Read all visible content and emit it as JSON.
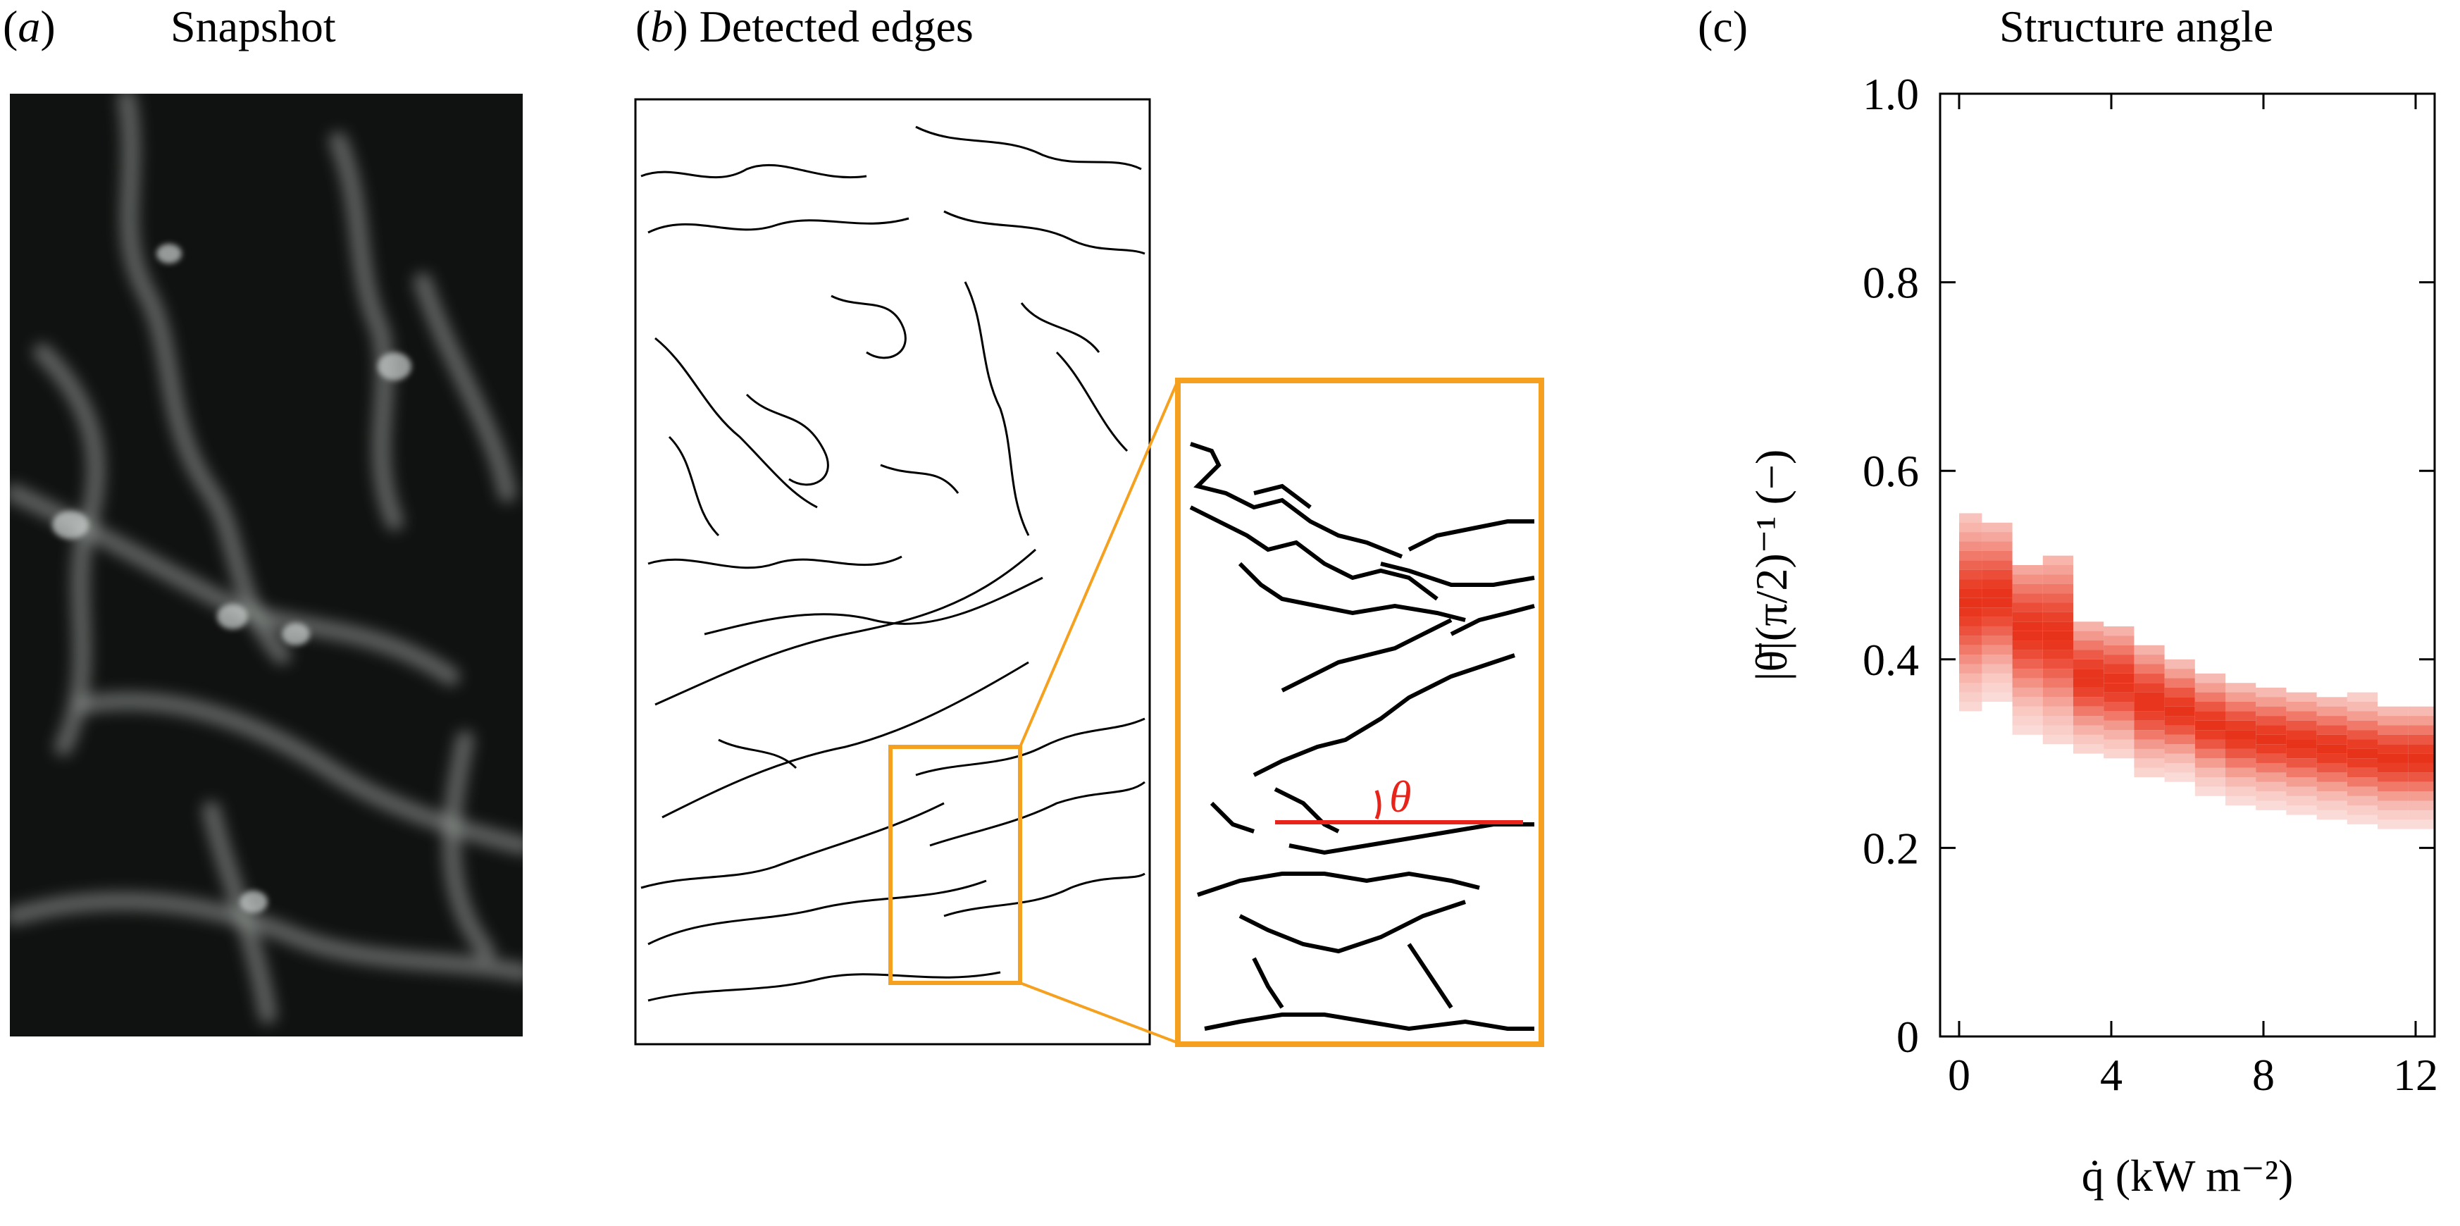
{
  "panels": {
    "a": {
      "letter": "a",
      "title": "Snapshot"
    },
    "b": {
      "letter": "b",
      "title": "Detected edges",
      "inset_symbol": "θ"
    },
    "c": {
      "letter": "c",
      "title": "Structure angle"
    }
  },
  "colors": {
    "accent_orange": "#F5A01E",
    "angle_red": "#E8231A",
    "heat_red": "#E8331B",
    "snapshot_bg": "#101211",
    "edge_line": "#000000"
  },
  "chart_data": {
    "type": "heatmap",
    "title": "Structure angle",
    "xlabel": "q̇ (kW m⁻²)",
    "ylabel": "|θ̄|(π/2)⁻¹ (−)",
    "xlim": [
      -0.5,
      12.5
    ],
    "ylim": [
      0,
      1.0
    ],
    "xticks": [
      0,
      4,
      8,
      12
    ],
    "xtick_labels": [
      "0",
      "4",
      "8",
      "12"
    ],
    "yticks": [
      0,
      0.2,
      0.4,
      0.6,
      0.8,
      1.0
    ],
    "ytick_labels": [
      "0",
      "0.2",
      "0.4",
      "0.6",
      "0.8",
      "1.0"
    ],
    "grid": false,
    "colormap": "white-to-red",
    "columns": [
      {
        "x": 0.0,
        "center": 0.455,
        "spread": 0.05,
        "max": 0.55
      },
      {
        "x": 0.6,
        "center": 0.46,
        "spread": 0.045,
        "max": 0.54
      },
      {
        "x": 1.4,
        "center": 0.425,
        "spread": 0.045,
        "max": 0.5
      },
      {
        "x": 2.2,
        "center": 0.42,
        "spread": 0.05,
        "max": 0.51
      },
      {
        "x": 3.0,
        "center": 0.375,
        "spread": 0.035,
        "max": 0.44
      },
      {
        "x": 3.8,
        "center": 0.37,
        "spread": 0.035,
        "max": 0.43
      },
      {
        "x": 4.6,
        "center": 0.35,
        "spread": 0.035,
        "max": 0.41
      },
      {
        "x": 5.4,
        "center": 0.34,
        "spread": 0.03,
        "max": 0.4
      },
      {
        "x": 6.2,
        "center": 0.325,
        "spread": 0.03,
        "max": 0.38
      },
      {
        "x": 7.0,
        "center": 0.315,
        "spread": 0.03,
        "max": 0.37
      },
      {
        "x": 7.8,
        "center": 0.31,
        "spread": 0.03,
        "max": 0.37
      },
      {
        "x": 8.6,
        "center": 0.305,
        "spread": 0.03,
        "max": 0.36
      },
      {
        "x": 9.4,
        "center": 0.3,
        "spread": 0.03,
        "max": 0.36
      },
      {
        "x": 10.2,
        "center": 0.295,
        "spread": 0.03,
        "max": 0.36
      },
      {
        "x": 11.0,
        "center": 0.29,
        "spread": 0.03,
        "max": 0.35
      },
      {
        "x": 11.8,
        "center": 0.29,
        "spread": 0.03,
        "max": 0.35
      }
    ]
  }
}
